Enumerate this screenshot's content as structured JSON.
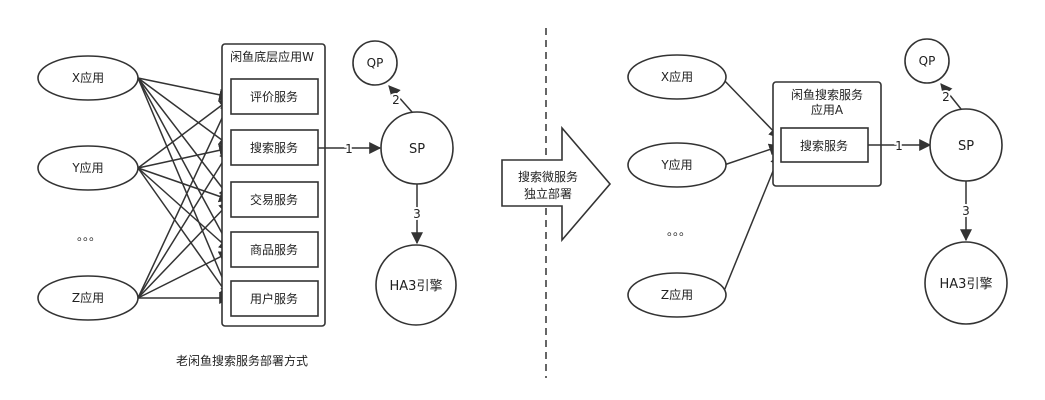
{
  "left": {
    "apps": [
      "X应用",
      "Y应用",
      "Z应用"
    ],
    "ellipsis": "。。。",
    "container_title": "闲鱼底层应用W",
    "services": [
      "评价服务",
      "搜索服务",
      "交易服务",
      "商品服务",
      "用户服务"
    ],
    "sp": "SP",
    "qp": "QP",
    "engine": "HA3引擎",
    "edge_labels": [
      "1",
      "2",
      "3"
    ],
    "caption": "老闲鱼搜索服务部署方式"
  },
  "transition": {
    "line1": "搜索微服务",
    "line2": "独立部署"
  },
  "right": {
    "apps": [
      "X应用",
      "Y应用",
      "Z应用"
    ],
    "ellipsis": "。。。",
    "container_title_line1": "闲鱼搜索服务",
    "container_title_line2": "应用A",
    "service": "搜索服务",
    "sp": "SP",
    "qp": "QP",
    "engine": "HA3引擎",
    "edge_labels": [
      "1",
      "2",
      "3"
    ]
  }
}
